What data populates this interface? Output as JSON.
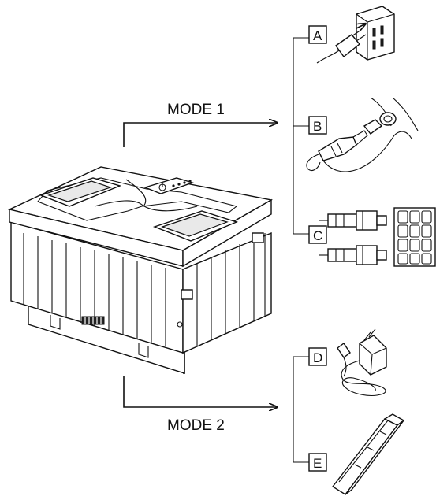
{
  "modes": {
    "mode1": "MODE 1",
    "mode2": "MODE 2"
  },
  "sources": {
    "a": "A",
    "b": "B",
    "c": "C",
    "d": "D",
    "e": "E"
  },
  "colors": {
    "line": "#111111",
    "background": "#ffffff"
  }
}
